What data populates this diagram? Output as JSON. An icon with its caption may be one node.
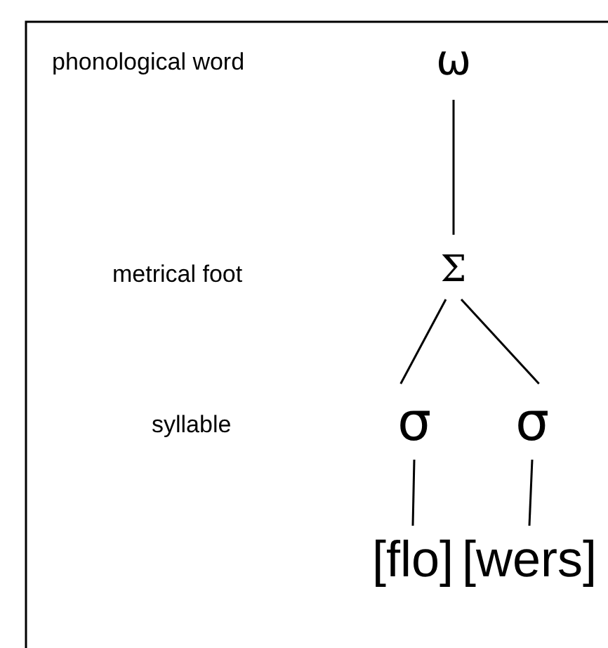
{
  "diagram": {
    "nodes": [
      {
        "text": [
          "ω"
        ]
      },
      {
        "text": [
          "Σ"
        ]
      },
      {
        "text": [
          "σ"
        ]
      },
      {
        "text": [
          "σ"
        ]
      },
      {
        "text": [
          "[flo]"
        ]
      },
      {
        "text": [
          "[wers]"
        ]
      }
    ],
    "edges": [
      {
        "from": 0,
        "to": 1,
        "arrow": "none"
      },
      {
        "from": 1,
        "to": 2,
        "arrow": "none"
      },
      {
        "from": 1,
        "to": 3,
        "arrow": "none"
      },
      {
        "from": 2,
        "to": 4,
        "arrow": "none"
      },
      {
        "from": 3,
        "to": 5,
        "arrow": "none"
      }
    ],
    "labels": [
      "phonological word",
      "metrical foot",
      "syllable"
    ]
  }
}
